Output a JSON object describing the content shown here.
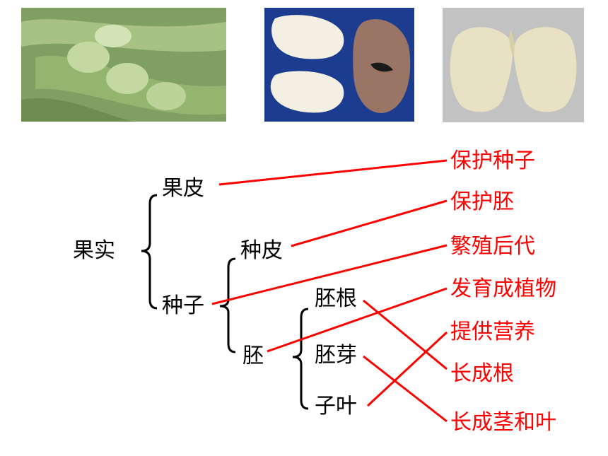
{
  "structure": {
    "root": "果实",
    "pericarp": "果皮",
    "seed": "种子",
    "seed_coat": "种皮",
    "embryo": "胚",
    "radicle": "胚根",
    "plumule": "胚芽",
    "cotyledon": "子叶"
  },
  "functions": {
    "protect_seed": "保护种子",
    "protect_embryo": "保护胚",
    "reproduce": "繁殖后代",
    "develop_plant": "发育成植物",
    "supply_nutrients": "提供营养",
    "grow_root": "长成根",
    "grow_stem_leaf": "长成茎和叶"
  },
  "colors": {
    "line": "#ff0000",
    "function_text": "#ff0000",
    "term_text": "#000000"
  },
  "photos": [
    {
      "name": "broad-bean-pods-photo"
    },
    {
      "name": "bean-seeds-photo"
    },
    {
      "name": "opened-seed-embryo-photo"
    }
  ]
}
